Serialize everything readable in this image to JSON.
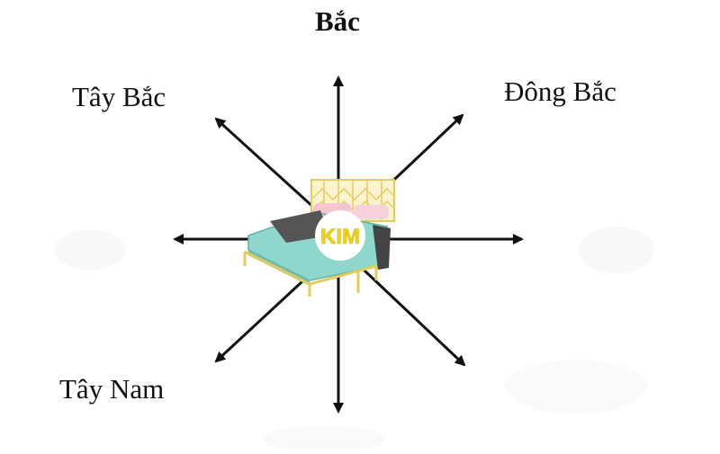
{
  "directions": {
    "north": "Bắc",
    "northwest": "Tây Bắc",
    "northeast": "Đông Bắc",
    "southwest": "Tây Nam"
  },
  "center": {
    "element_label": "KIM",
    "object": "bed"
  },
  "colors": {
    "arrow": "#111111",
    "bed_frame": "#e8d46a",
    "mattress": "#8fd6cc",
    "badge_text": "#f0d21a",
    "blanket": "#444444"
  }
}
